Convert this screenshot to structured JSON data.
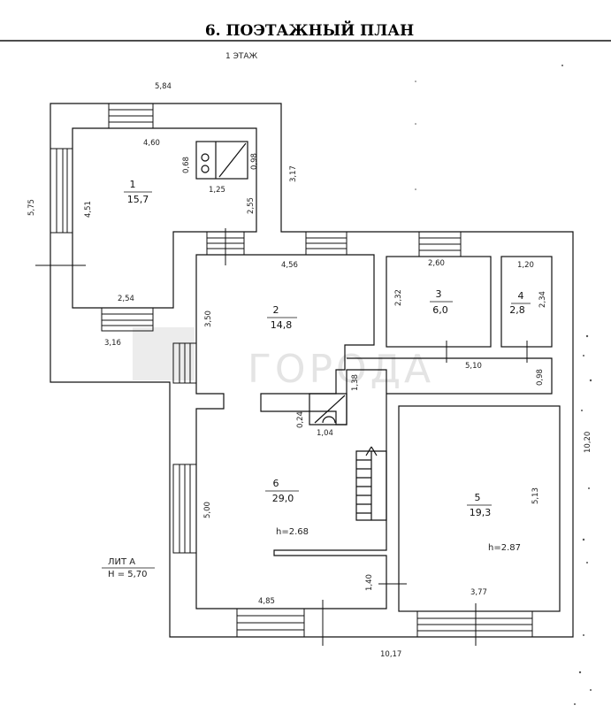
{
  "title": "6. ПОЭТАЖНЫЙ ПЛАН",
  "floor_label": "1   ЭТАЖ",
  "watermark": "ГОРОДА",
  "rooms": [
    {
      "num": "1",
      "area": "15,7"
    },
    {
      "num": "2",
      "area": "14,8"
    },
    {
      "num": "3",
      "area": "6,0"
    },
    {
      "num": "4",
      "area": "2,8"
    },
    {
      "num": "5",
      "area": "19,3"
    },
    {
      "num": "6",
      "area": "29,0"
    }
  ],
  "dims": {
    "d584": "5,84",
    "d460": "4,60",
    "d068": "0,68",
    "d098a": "0,98",
    "d125": "1,25",
    "d317": "3,17",
    "d575": "5,75",
    "d451": "4,51",
    "d255": "2,55",
    "d254": "2,54",
    "d316": "3,16",
    "d456": "4,56",
    "d260": "2,60",
    "d120": "1,20",
    "d232": "2,32",
    "d234": "2,34",
    "d350": "3,50",
    "d510": "5,10",
    "d098b": "0,98",
    "d138": "1,38",
    "d024": "0,24",
    "d104": "1,04",
    "d1020": "10,20",
    "d513": "5,13",
    "d500": "5,00",
    "d140": "1,40",
    "d485": "4,85",
    "d377": "3,77",
    "d1017": "10,17"
  },
  "heights": {
    "h6": "h=2.68",
    "h5": "h=2.87"
  },
  "lit": {
    "line1": "ЛИТ А",
    "line2": "Н = 5,70"
  }
}
